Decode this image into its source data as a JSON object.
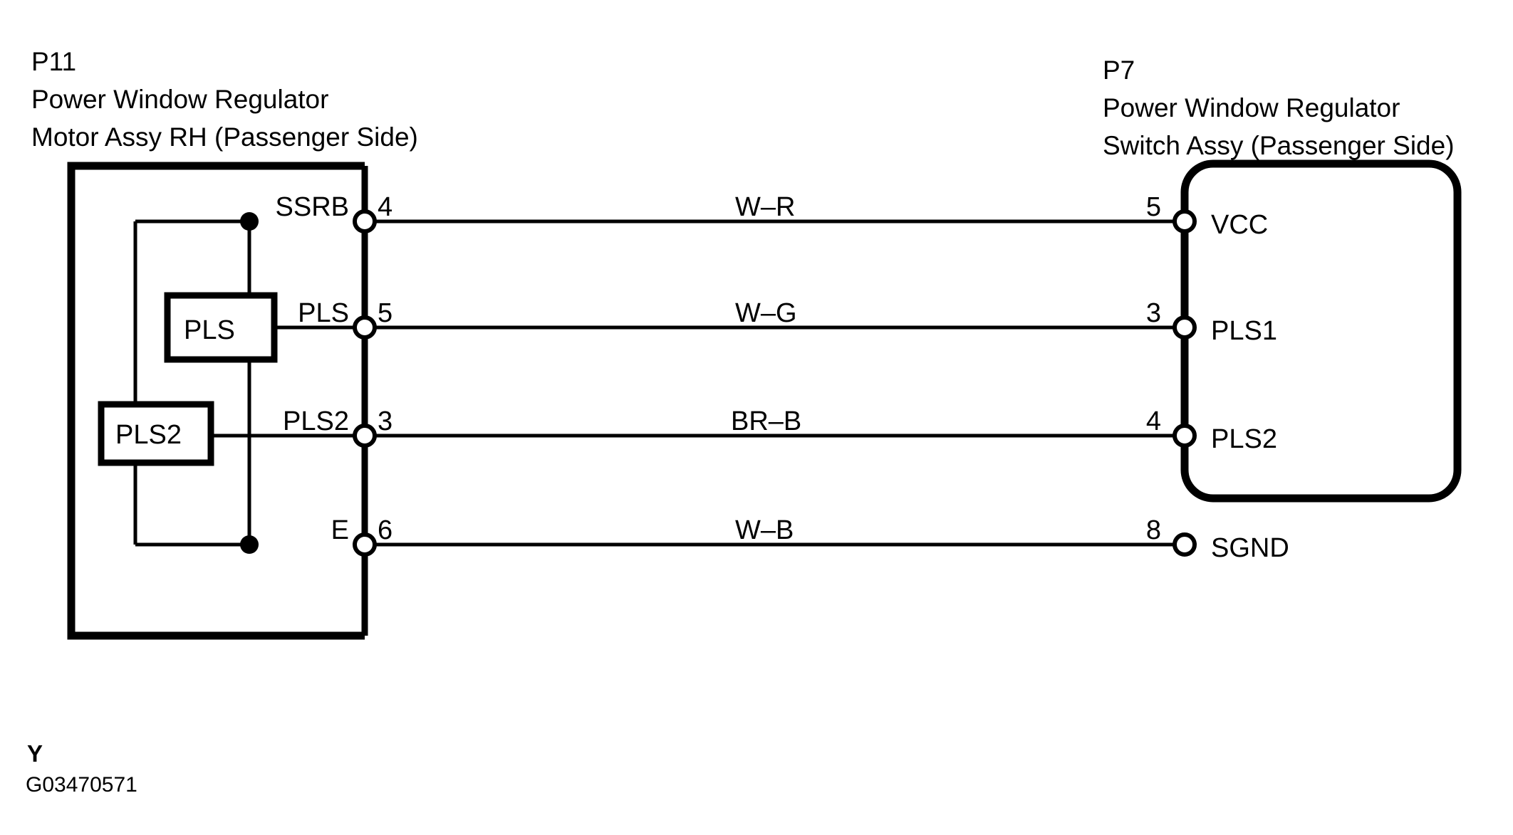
{
  "diagram": {
    "title_note": "Power Window Regulator wiring harness diagram",
    "footer": {
      "marker": "Y",
      "code": "G03470571"
    },
    "left_connector": {
      "id": "P11",
      "name_line1": "Power Window Regulator",
      "name_line2": "Motor Assy RH (Passenger Side)",
      "shape": "rectangle",
      "internal_components": [
        {
          "label": "PLS"
        },
        {
          "label": "PLS2"
        }
      ],
      "terminals": [
        {
          "signal": "SSRB",
          "pin": "4"
        },
        {
          "signal": "PLS",
          "pin": "5"
        },
        {
          "signal": "PLS2",
          "pin": "3"
        },
        {
          "signal": "E",
          "pin": "6"
        }
      ]
    },
    "right_connector": {
      "id": "P7",
      "name_line1": "Power Window Regulator",
      "name_line2": "Switch Assy (Passenger Side)",
      "shape": "rounded-rectangle",
      "terminals": [
        {
          "pin": "5",
          "signal": "VCC"
        },
        {
          "pin": "3",
          "signal": "PLS1"
        },
        {
          "pin": "4",
          "signal": "PLS2"
        },
        {
          "pin": "8",
          "signal": "SGND"
        }
      ]
    },
    "wires": [
      {
        "code": "W–R",
        "from_pin": "4",
        "from_signal": "SSRB",
        "to_pin": "5",
        "to_signal": "VCC"
      },
      {
        "code": "W–G",
        "from_pin": "5",
        "from_signal": "PLS",
        "to_pin": "3",
        "to_signal": "PLS1"
      },
      {
        "code": "BR–B",
        "from_pin": "3",
        "from_signal": "PLS2",
        "to_pin": "4",
        "to_signal": "PLS2"
      },
      {
        "code": "W–B",
        "from_pin": "6",
        "from_signal": "E",
        "to_pin": "8",
        "to_signal": "SGND"
      }
    ],
    "colors": {
      "line": "#000000",
      "background": "#ffffff"
    }
  }
}
